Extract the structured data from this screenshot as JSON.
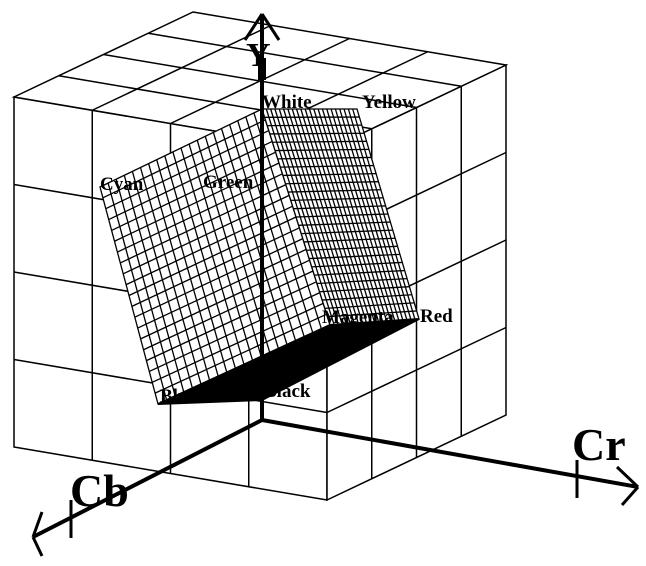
{
  "diagram": {
    "axes": {
      "y": "Y",
      "cr": "Cr",
      "cb": "Cb"
    },
    "vertices": {
      "white": "White",
      "yellow": "Yellow",
      "cyan": "Cyan",
      "green": "Green",
      "magenta": "Magenta",
      "red": "Red",
      "blue": "Blue",
      "black": "Black"
    },
    "outer_grid_divisions": 4,
    "line_color": "#000000",
    "background": "#ffffff"
  }
}
